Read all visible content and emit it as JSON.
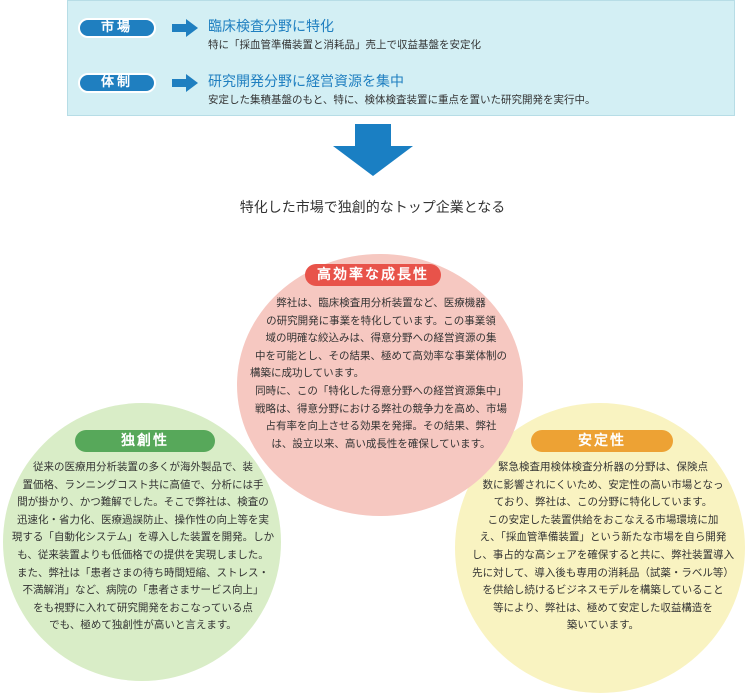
{
  "top": {
    "rows": [
      {
        "tag": "市場",
        "title": "臨床検査分野に特化",
        "sub": "特に「採血管準備装置と消耗品」売上で収益基盤を安定化"
      },
      {
        "tag": "体制",
        "title": "研究開発分野に経営資源を集中",
        "sub": "安定した集積基盤のもと、特に、検体検査装置に重点を置いた研究開発を実行中。"
      }
    ]
  },
  "headline": "特化した市場で独創的なトップ企業となる",
  "circles": {
    "top": {
      "title": "高効率な成長性",
      "lines": [
        "弊社は、臨床検査用分析装置など、医療機器",
        "の研究開発に事業を特化しています。この事業領",
        "域の明確な絞込みは、得意分野への経営資源の集",
        "中を可能とし、その結果、極めて高効率な事業体制の",
        "構築に成功しています。",
        "同時に、この「特化した得意分野への経営資源集中」",
        "戦略は、得意分野における弊社の競争力を高め、市場",
        "占有率を向上させる効果を発揮。その結果、弊社",
        "は、設立以来、高い成長性を確保しています。"
      ]
    },
    "left": {
      "title": "独創性",
      "lines": [
        "従来の医療用分析装置の多くが海外製品で、装",
        "置価格、ランニングコスト共に高値で、分析には手",
        "間が掛かり、かつ難解でした。そこで弊社は、検査の",
        "迅速化・省力化、医療過誤防止、操作性の向上等を実",
        "現する「自動化システム」を導入した装置を開発。しか",
        "も、従来装置よりも低価格での提供を実現しました。",
        "また、弊社は「患者さまの待ち時間短縮、ストレス・",
        "不満解消」など、病院の「患者さまサービス向上」",
        "をも視野に入れて研究開発をおこなっている点",
        "でも、極めて独創性が高いと言えます。"
      ]
    },
    "right": {
      "title": "安定性",
      "lines": [
        "緊急検査用検体検査分析器の分野は、保険点",
        "数に影響されにくいため、安定性の高い市場となっ",
        "ており、弊社は、この分野に特化しています。",
        "この安定した装置供給をおこなえる市場環境に加",
        "え、「採血管準備装置」という新たな市場を自ら開発",
        "し、事占的な高シェアを確保すると共に、弊社装置導入",
        "先に対して、導入後も専用の消耗品（試薬・ラベル等）",
        "を供給し続けるビジネスモデルを構築していること",
        "等により、弊社は、極めて安定した収益構造を",
        "築いています。"
      ]
    }
  },
  "colors": {
    "blue": "#1f7fc0",
    "arrow": "#1a7fc3",
    "red_badge": "#e8534a",
    "green_badge": "#57a85a",
    "orange_badge": "#eda234",
    "pink_circle": "#f6c8c1",
    "green_circle": "#d9edc7",
    "yellow_circle": "#f9f3c1"
  }
}
